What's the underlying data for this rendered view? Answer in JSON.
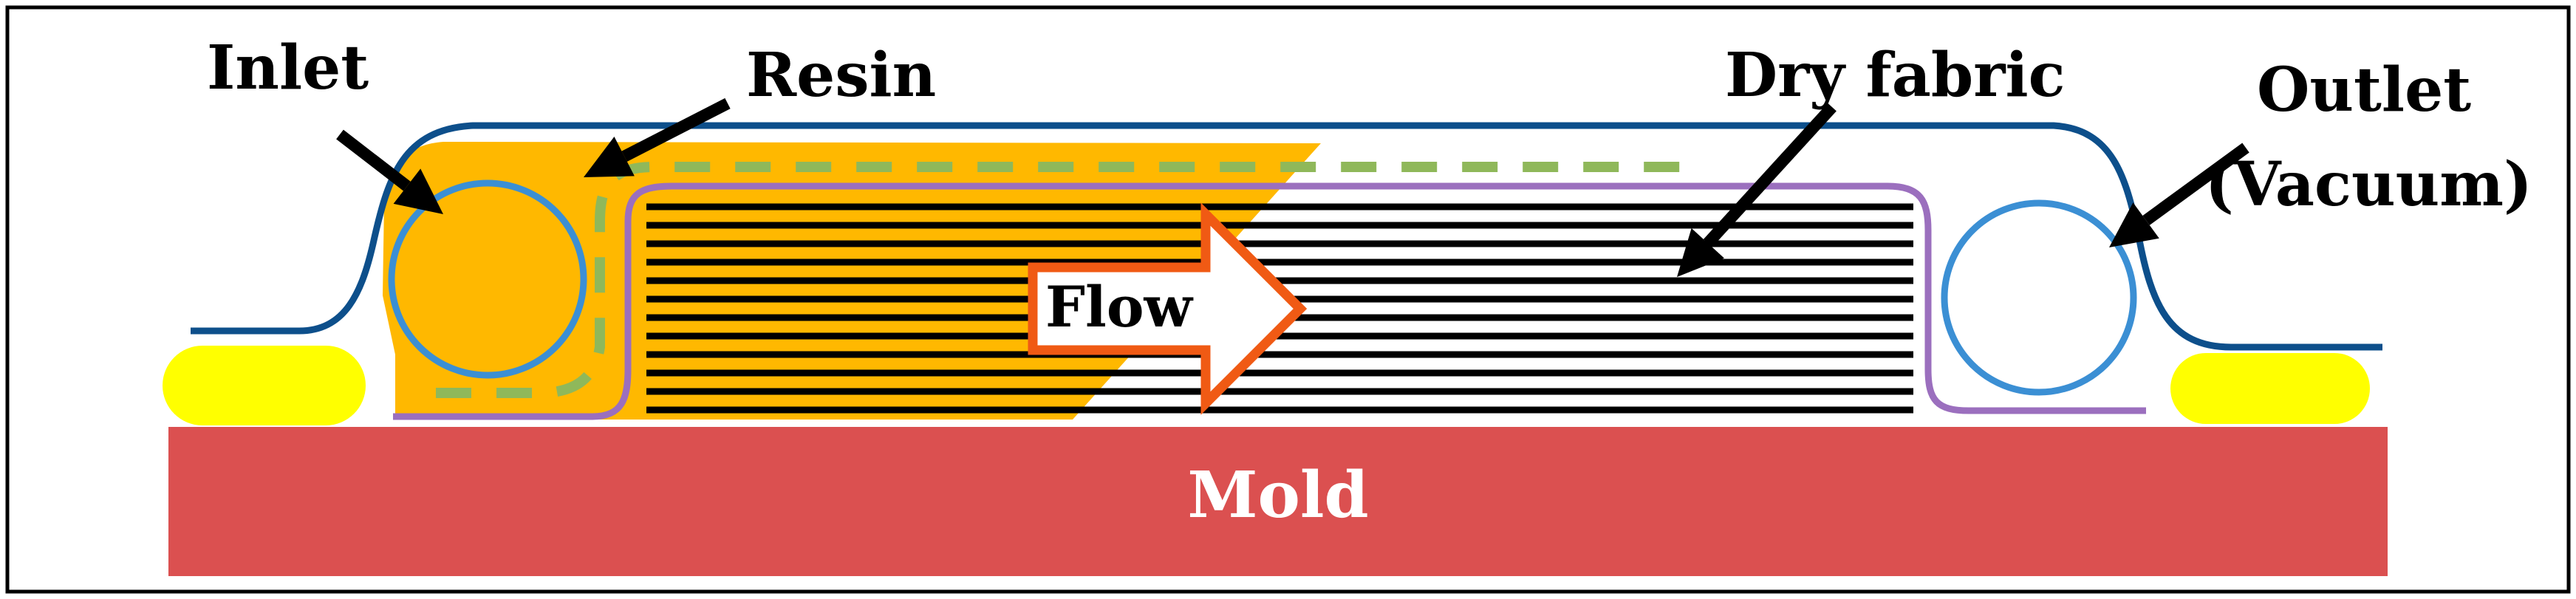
{
  "labels": {
    "inlet": "Inlet",
    "resin": "Resin",
    "dry_fabric": "Dry fabric",
    "outlet_line1": "Outlet",
    "outlet_line2": "(Vacuum)",
    "flow": "Flow",
    "mold": "Mold"
  },
  "colors": {
    "resin": "#FFB800",
    "mold": "#DB5050",
    "sealant": "#FFFF00",
    "vacuum_bag": "#0D4F8B",
    "tube": "#3B8FD4",
    "release_film": "#9B6FBE",
    "peel_ply": "#8FB85A",
    "flow_arrow_border": "#F05A14",
    "fabric_lines": "#000000"
  },
  "icons": {
    "pointer": "arrow-icon",
    "flow": "flow-arrow-icon"
  }
}
